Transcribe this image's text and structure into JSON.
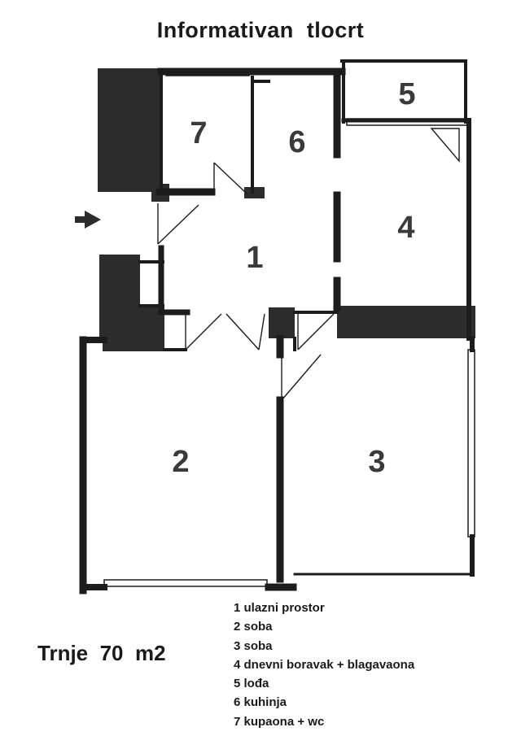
{
  "title": "Informativan  tlocrt",
  "location": "Trnje  70  m2",
  "rooms": [
    {
      "number": "1",
      "name": "ulazni prostor"
    },
    {
      "number": "2",
      "name": "soba"
    },
    {
      "number": "3",
      "name": "soba"
    },
    {
      "number": "4",
      "name": "dnevni boravak + blagavaona"
    },
    {
      "number": "5",
      "name": "lođa"
    },
    {
      "number": "6",
      "name": "kuhinja"
    },
    {
      "number": "7",
      "name": "kupaona + wc"
    }
  ],
  "legend": [
    "1 ulazni prostor",
    "2 soba",
    "3 soba",
    "4 dnevni boravak + blagavaona",
    "5 lođa",
    "6 kuhinja",
    "7 kupaona + wc"
  ],
  "colors": {
    "wall": "#1c1c1c",
    "pillar": "#2c2c2c",
    "text": "#1a1a1a"
  }
}
